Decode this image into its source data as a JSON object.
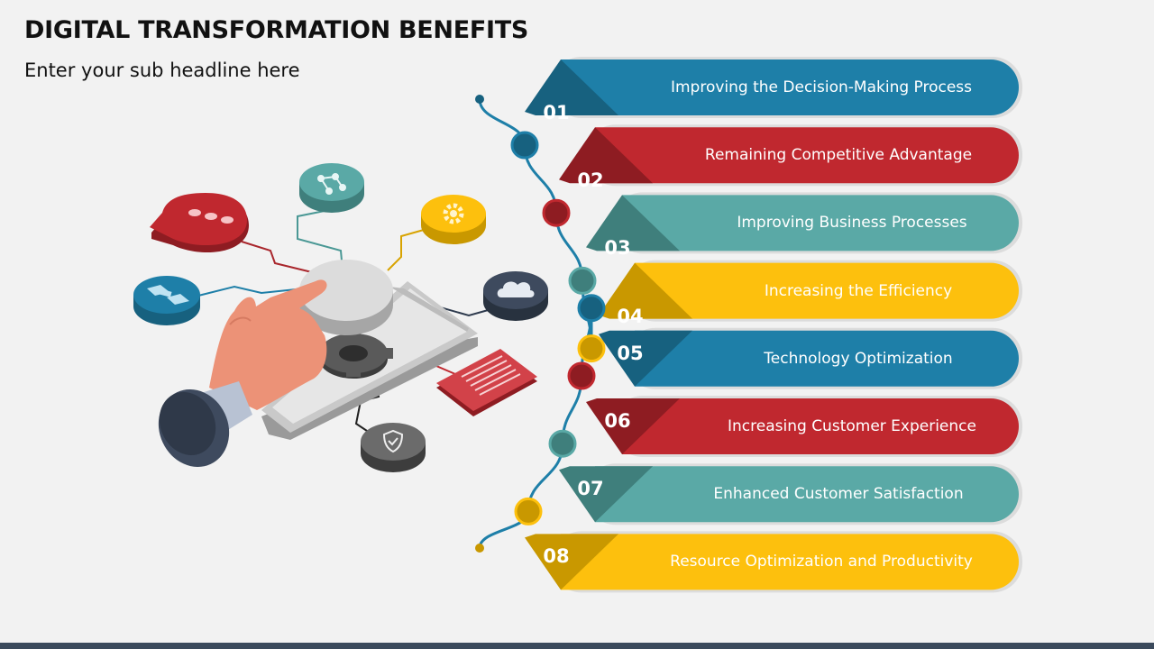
{
  "slide": {
    "title": "DIGITAL TRANSFORMATION BENEFITS",
    "subtitle": "Enter your sub headline here"
  },
  "items": [
    {
      "number": "01",
      "label": "Improving the Decision-Making Process",
      "color": "#1e7fa8",
      "dark": "#17617f"
    },
    {
      "number": "02",
      "label": "Remaining Competitive Advantage",
      "color": "#c0282f",
      "dark": "#8e1c22"
    },
    {
      "number": "03",
      "label": "Improving Business Processes",
      "color": "#5aa9a6",
      "dark": "#3f7f7c"
    },
    {
      "number": "04",
      "label": "Increasing the Efficiency",
      "color": "#fdc00d",
      "dark": "#c99800"
    },
    {
      "number": "05",
      "label": "Technology Optimization",
      "color": "#1e7fa8",
      "dark": "#17617f"
    },
    {
      "number": "06",
      "label": "Increasing Customer Experience",
      "color": "#c0282f",
      "dark": "#8e1c22"
    },
    {
      "number": "07",
      "label": "Enhanced Customer Satisfaction",
      "color": "#5aa9a6",
      "dark": "#3f7f7c"
    },
    {
      "number": "08",
      "label": "Resource Optimization and Productivity",
      "color": "#fdc00d",
      "dark": "#c99800"
    }
  ],
  "illustration_icons": [
    "chat-bubble-icon",
    "share-network-icon",
    "gear-icon",
    "cloud-icon",
    "satellite-icon",
    "document-icon",
    "shield-check-icon",
    "touch-hand-icon",
    "smartphone-icon"
  ]
}
